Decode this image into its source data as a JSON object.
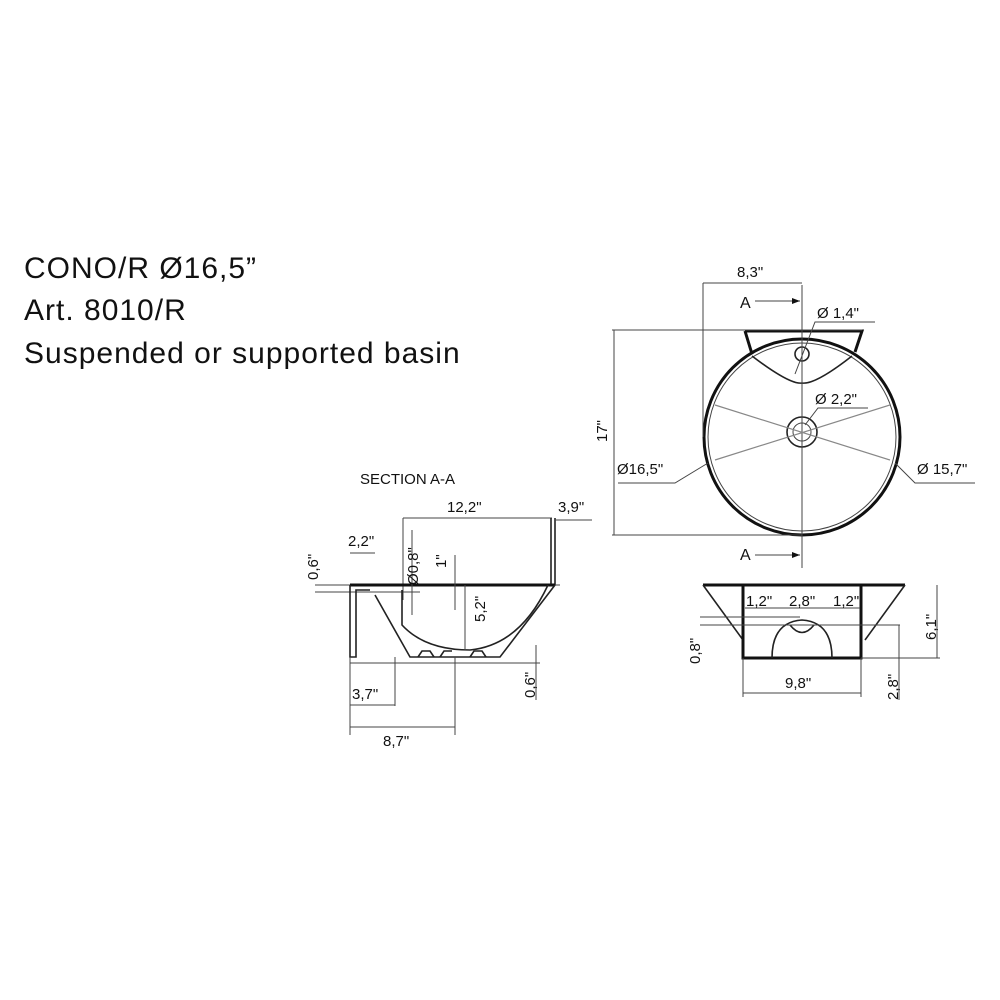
{
  "header": {
    "title": "CONO/R Ø16,5”",
    "article": "Art. 8010/R",
    "description": "Suspended or supported basin"
  },
  "top_view": {
    "width_dim": "8,3\"",
    "length_dim": "17\"",
    "overflow_dim": "Ø 1,4\"",
    "drain_dim": "Ø 2,2\"",
    "outer_dim": "Ø16,5\"",
    "inner_dim": "Ø 15,7\"",
    "section_mark_top": "A",
    "section_mark_bottom": "A"
  },
  "section_view": {
    "label": "SECTION A-A",
    "depth_dim": "12,2\"",
    "top_right_dim": "3,9\"",
    "bracket_dim": "2,2\"",
    "rim_dim": "0,6\"",
    "hole_dim": "Ø0,8\"",
    "offset_dim": "1\"",
    "bowl_depth_dim": "5,2\"",
    "base_dim": "0,6\"",
    "wall_dim": "3,7\"",
    "total_dim": "8,7\""
  },
  "front_view": {
    "left_dim": "1,2\"",
    "center_dim": "2,8\"",
    "right_dim": "1,2\"",
    "height_dim": "6,1\"",
    "offset_dim": "0,8\"",
    "width_dim": "9,8\"",
    "lower_dim": "2,8\""
  }
}
